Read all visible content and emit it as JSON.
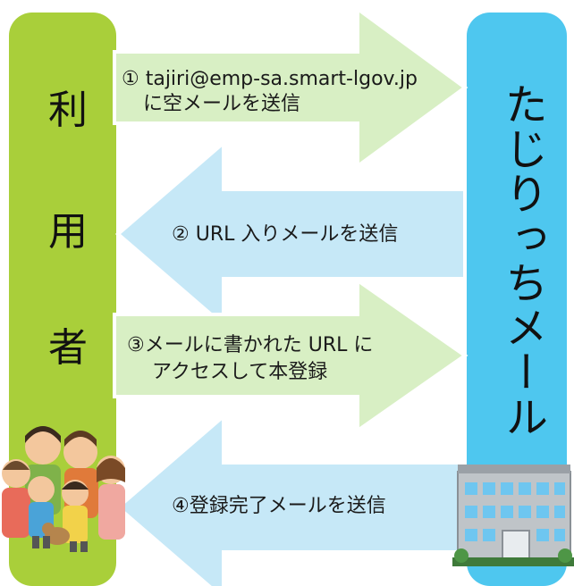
{
  "user_label": [
    "利",
    "用",
    "者"
  ],
  "service_label": "たじりっちメール",
  "steps": [
    {
      "line1": "① tajiri@emp-sa.smart-lgov.jp",
      "line2": "に空メールを送信",
      "direction": "right",
      "color": "#d8efc4"
    },
    {
      "line1": "② URL 入りメールを送信",
      "line2": "",
      "direction": "left",
      "color": "#c6e8f7"
    },
    {
      "line1": "③メールに書かれた URL に",
      "line2": "アクセスして本登録",
      "direction": "right",
      "color": "#d8efc4"
    },
    {
      "line1": "④登録完了メールを送信",
      "line2": "",
      "direction": "left",
      "color": "#c6e8f7"
    }
  ],
  "colors": {
    "user_bar": "#a9cf3a",
    "service_bar": "#4ec7ef",
    "arrow_stroke": "#ffffff"
  },
  "icons": [
    "family-illustration",
    "school-building-illustration"
  ]
}
